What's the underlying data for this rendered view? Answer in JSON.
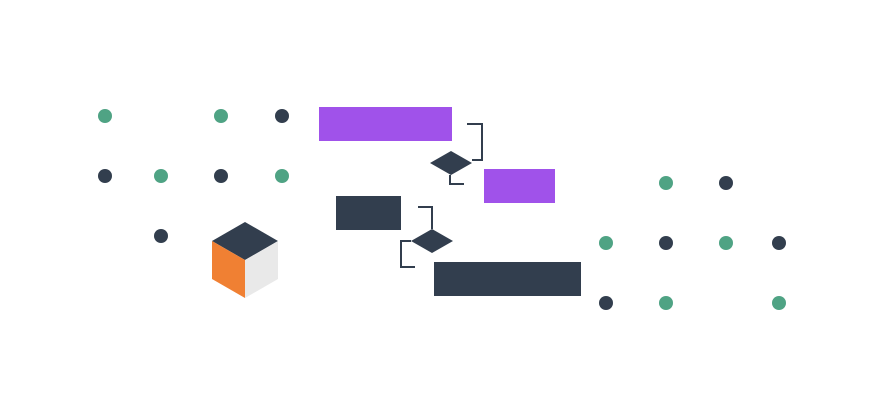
{
  "colors": {
    "green": "#4fa384",
    "dark": "#323e4e",
    "purple": "#a052ea",
    "orange": "#f08033",
    "light": "#e9e9e9"
  },
  "dots_left": [
    "green",
    "none",
    "green",
    "dark",
    "dark",
    "green",
    "dark",
    "green",
    "none",
    "dark"
  ],
  "dots_right": [
    "none",
    "green",
    "dark",
    "none",
    "green",
    "dark",
    "green",
    "dark",
    "dark",
    "green",
    "none",
    "green"
  ]
}
